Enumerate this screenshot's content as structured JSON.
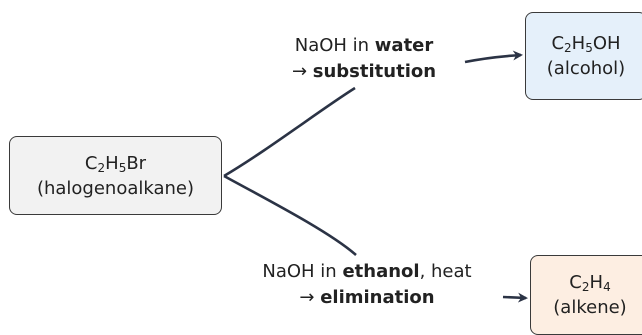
{
  "nodes": {
    "start": {
      "formula": [
        {
          "t": "C"
        },
        {
          "s": "2"
        },
        {
          "t": "H"
        },
        {
          "s": "5"
        },
        {
          "t": "Br"
        }
      ],
      "name": "(halogenoalkane)"
    },
    "alcohol": {
      "formula": [
        {
          "t": "C"
        },
        {
          "s": "2"
        },
        {
          "t": "H"
        },
        {
          "s": "5"
        },
        {
          "t": "OH"
        }
      ],
      "name": "(alcohol)"
    },
    "alkene": {
      "formula": [
        {
          "t": "C"
        },
        {
          "s": "2"
        },
        {
          "t": "H"
        },
        {
          "s": "4"
        }
      ],
      "name": "(alkene)"
    }
  },
  "labels": {
    "water": {
      "line1_pre": "NaOH in ",
      "line1_bold": "water",
      "line2_arrow": "→ ",
      "line2_bold": "substitution"
    },
    "ethanol": {
      "line1_pre": "NaOH in ",
      "line1_bold": "ethanol",
      "line1_post": ", heat",
      "line2_arrow": "→ ",
      "line2_bold": "elimination"
    }
  },
  "colors": {
    "stroke": "#2b3345",
    "start_fill": "#f2f2f2",
    "alcohol_fill": "#e5f0fa",
    "alkene_fill": "#fdeee2"
  }
}
